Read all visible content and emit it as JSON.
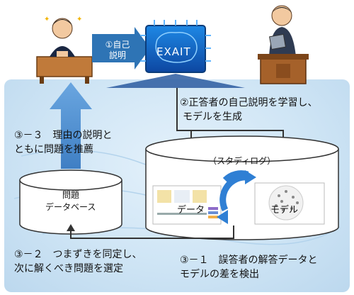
{
  "diagram": {
    "step1": [
      "①自己",
      "説明"
    ],
    "exait_logo": "EXAIT",
    "step2": [
      "②正答者の自己説明を学習し、",
      "モデルを生成"
    ],
    "step3_3": [
      "③－３　理由の説明と",
      "ともに問題を推薦"
    ],
    "studylog_label": "（スタディログ）",
    "data_label": "データ",
    "model_label": "モデル",
    "problem_db": [
      "問題",
      "データベース"
    ],
    "step3_2": [
      "③－２　つまずきを同定し、",
      "次に解くべき問題を選定"
    ],
    "step3_1": [
      "③－１　誤答者の解答データと",
      "モデルの差を検出"
    ]
  },
  "colors": {
    "arrow_blue": "#2e74b5",
    "arrow_light": "#4f8fd0",
    "panel_bg": "#cfe5f5",
    "chip_blue": "#1565c0"
  }
}
